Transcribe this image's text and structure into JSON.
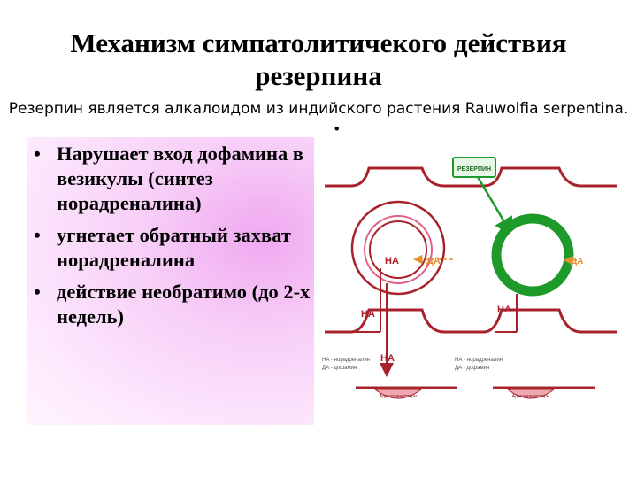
{
  "slide": {
    "title_line1": "Механизм симпатолитичекого действия",
    "title_line2": "резерпина",
    "subtitle": "Резерпин является алкалоидом из индийского растения Rauwolfia serpentina.",
    "mid_bullet": "•",
    "bullet_char": "•",
    "bullets": [
      "Нарушает вход дофамина в везикулы (синтез норадреналина)",
      "угнетает обратный захват норадреналина",
      "действие необратимо (до 2-х недель)"
    ]
  },
  "diagram": {
    "reserpine_label": "РЕЗЕРПИН",
    "na_label": "НА",
    "da_label": "ДА",
    "legend_line1": "НА - норадреналин",
    "legend_line2": "ДА - дофамин",
    "receptor_label": "Адренорецепторы",
    "colors": {
      "red": "#a8222c",
      "pink": "#e0608a",
      "green": "#1e9a2a",
      "green_light": "#e8f8e8",
      "receptor": "#f0a8b0",
      "orange": "#e89030"
    }
  }
}
